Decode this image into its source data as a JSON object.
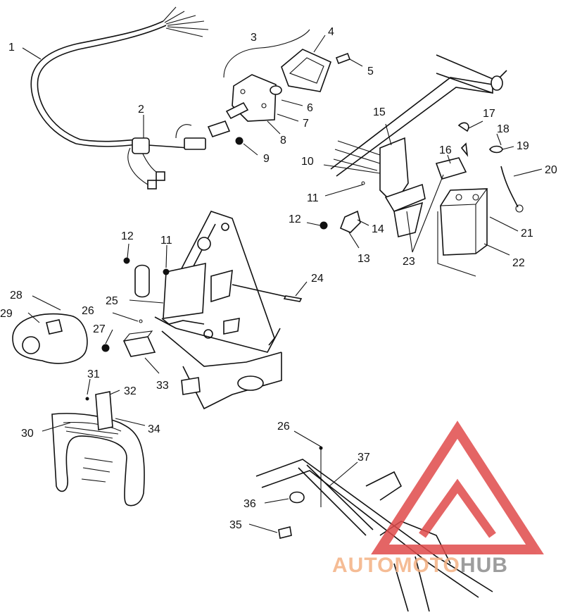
{
  "diagram": {
    "callouts": [
      "1",
      "2",
      "3",
      "4",
      "5",
      "6",
      "7",
      "8",
      "9",
      "10",
      "11",
      "12",
      "13",
      "14",
      "15",
      "16",
      "17",
      "18",
      "19",
      "20",
      "21",
      "22",
      "23",
      "24",
      "25",
      "26",
      "27",
      "28",
      "29",
      "30",
      "31",
      "32",
      "33",
      "34",
      "35",
      "36",
      "37",
      "12",
      "11",
      "26"
    ]
  },
  "watermark": {
    "word_left": "AUTO",
    "word_mid": "MOTO",
    "word_right": "HUB",
    "color_orange": "#f4b183",
    "color_gray": "#8c8c8c",
    "color_red": "#e04b4b"
  }
}
